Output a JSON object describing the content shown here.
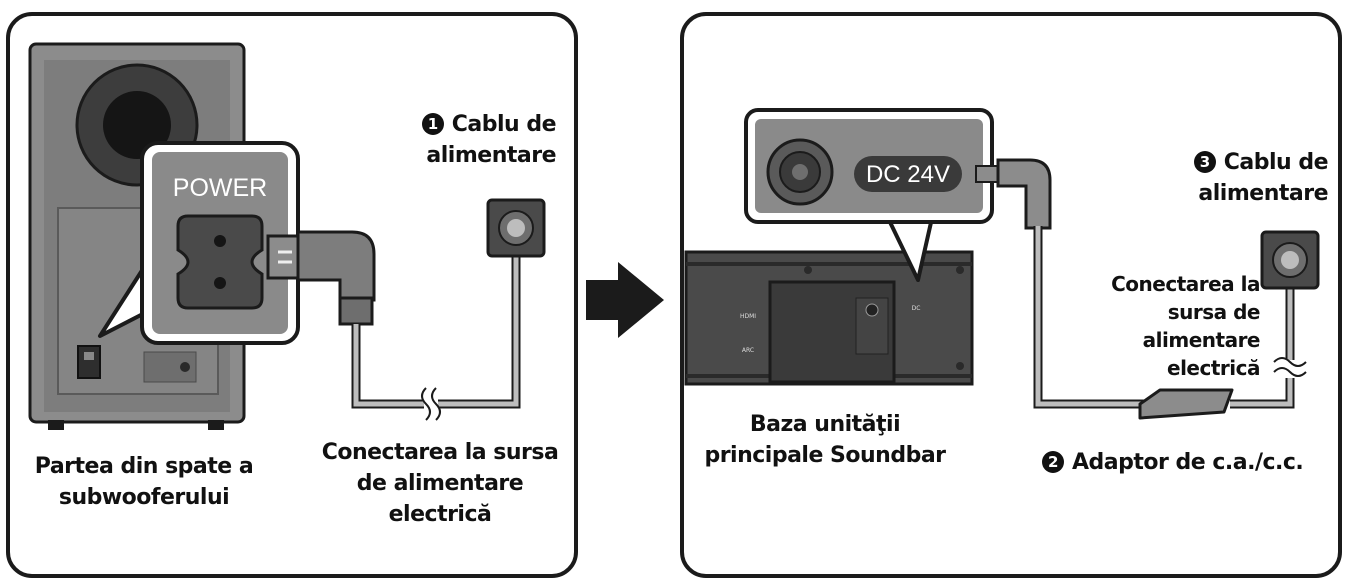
{
  "left_panel": {
    "power_label": "POWER",
    "item1_number": "1",
    "item1_label_line1": "Cablu de",
    "item1_label_line2": "alimentare",
    "outlet_label_line1": "Conectarea la sursa",
    "outlet_label_line2": "de alimentare",
    "outlet_label_line3": "electrică",
    "caption_line1": "Partea din spate a",
    "caption_line2": "subwooferului"
  },
  "right_panel": {
    "dc_label": "DC 24V",
    "item3_number": "3",
    "item3_label_line1": "Cablu de",
    "item3_label_line2": "alimentare",
    "outlet_label_line1": "Conectarea la",
    "outlet_label_line2": "sursa de alimentare",
    "outlet_label_line3": "electrică",
    "item2_number": "2",
    "item2_label": "Adaptor de c.a./c.c.",
    "caption_line1": "Baza unităţii",
    "caption_line2": "principale Soundbar"
  },
  "colors": {
    "outline": "#1b1b1b",
    "device_gray": "#8a8a8a",
    "dark_gray": "#4a4a4a",
    "cable_gray": "#bdbdbd",
    "label_fill": "#3a3a3a"
  },
  "icons": [
    "power-socket-icon",
    "outlet-icon",
    "arrow-right-icon",
    "break-symbol-icon",
    "adapter-icon"
  ]
}
